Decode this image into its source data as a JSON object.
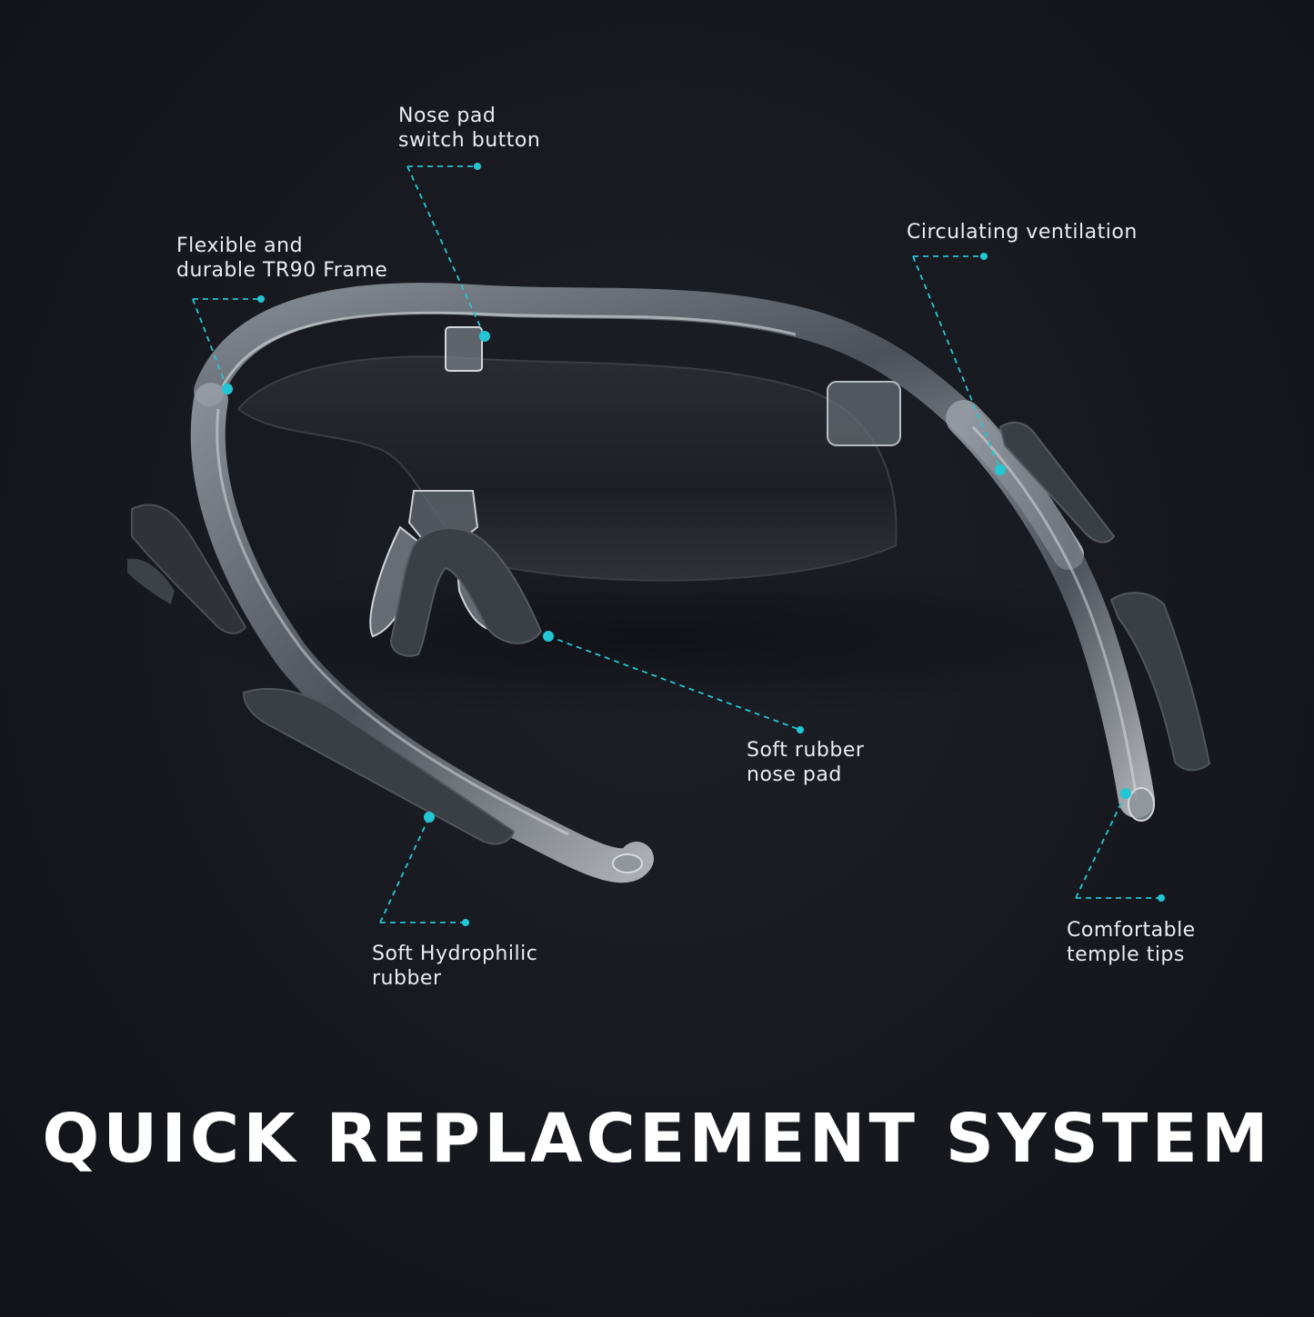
{
  "colors": {
    "background": "#16181e",
    "accent": "#22c6d4",
    "text": "#e9ecef"
  },
  "callouts": [
    {
      "id": "nose-pad-switch-button",
      "line1": "Nose pad",
      "line2": "switch button"
    },
    {
      "id": "tr90-frame",
      "line1": "Flexible and",
      "line2": "durable TR90 Frame"
    },
    {
      "id": "circulating-ventilation",
      "line1": "Circulating ventilation",
      "line2": ""
    },
    {
      "id": "soft-rubber-nose-pad",
      "line1": "Soft rubber",
      "line2": "nose pad"
    },
    {
      "id": "comfortable-temple-tips",
      "line1": "Comfortable",
      "line2": "temple tips"
    },
    {
      "id": "hydrophilic-rubber",
      "line1": "Soft Hydrophilic",
      "line2": "rubber"
    }
  ],
  "headline": "QUICK REPLACEMENT SYSTEM"
}
